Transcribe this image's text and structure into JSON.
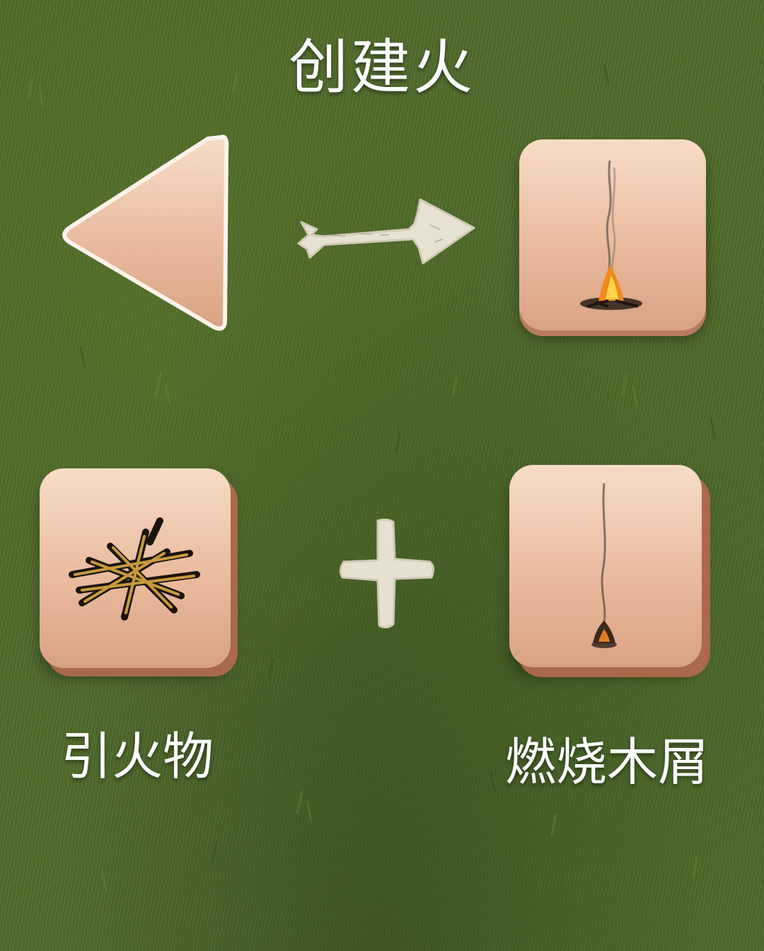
{
  "recipe": {
    "title": "创建火",
    "result": {
      "icon": "campfire-icon"
    },
    "ingredients": [
      {
        "label": "引火物",
        "icon": "tinder-icon"
      },
      {
        "label": "燃烧木屑",
        "icon": "burning-ember-icon"
      }
    ],
    "operator_icon": "plus-icon",
    "arrow_icon": "arrow-right-icon",
    "back_icon": "back-triangle-icon"
  },
  "colors": {
    "grass": "#4f6a2a",
    "tile_top": "#f7dcc6",
    "tile_bottom": "#d8a283",
    "chalk": "#efe8da",
    "text": "#ffffff"
  }
}
